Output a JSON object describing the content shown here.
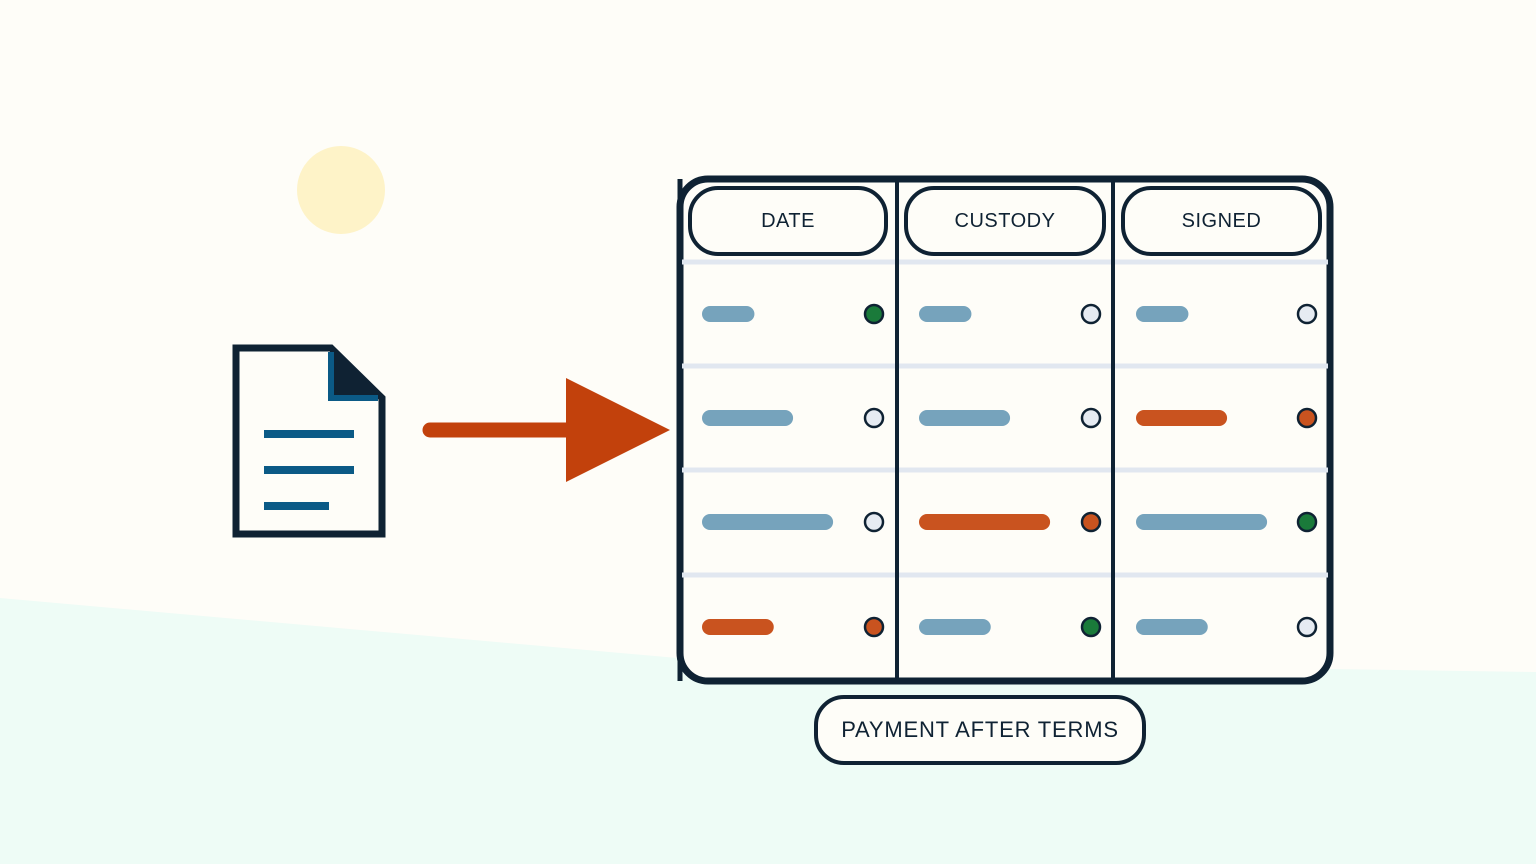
{
  "table": {
    "columns": [
      {
        "header": "DATE"
      },
      {
        "header": "CUSTODY"
      },
      {
        "header": "SIGNED"
      }
    ],
    "rows": [
      [
        {
          "bar": 0.38,
          "bar_color": "blue",
          "dot": "green"
        },
        {
          "bar": 0.38,
          "bar_color": "blue",
          "dot": "empty"
        },
        {
          "bar": 0.38,
          "bar_color": "blue",
          "dot": "empty"
        }
      ],
      [
        {
          "bar": 0.66,
          "bar_color": "blue",
          "dot": "empty"
        },
        {
          "bar": 0.66,
          "bar_color": "blue",
          "dot": "empty"
        },
        {
          "bar": 0.66,
          "bar_color": "orange",
          "dot": "orange"
        }
      ],
      [
        {
          "bar": 0.95,
          "bar_color": "blue",
          "dot": "empty"
        },
        {
          "bar": 0.95,
          "bar_color": "orange",
          "dot": "orange"
        },
        {
          "bar": 0.95,
          "bar_color": "blue",
          "dot": "green"
        }
      ],
      [
        {
          "bar": 0.52,
          "bar_color": "orange",
          "dot": "orange"
        },
        {
          "bar": 0.52,
          "bar_color": "blue",
          "dot": "green"
        },
        {
          "bar": 0.52,
          "bar_color": "blue",
          "dot": "empty"
        }
      ]
    ]
  },
  "footer_label": "PAYMENT AFTER TERMS",
  "colors": {
    "background": "#fefdf8",
    "ground": "#eefcf6",
    "sun": "#fef3c8",
    "outline": "#0f2233",
    "doc_lines": "#0b5a86",
    "arrow": "#c2410c",
    "bar_blue": "#76a3bc",
    "bar_orange": "#c9531f",
    "dot_green": "#1a7a3a",
    "dot_orange": "#c9531f",
    "dot_empty": "#e6ebf2",
    "row_divider": "#e1e7f0"
  },
  "icons": {
    "document": "document-icon",
    "arrow": "arrow-right-icon",
    "sun": "sun-icon"
  }
}
